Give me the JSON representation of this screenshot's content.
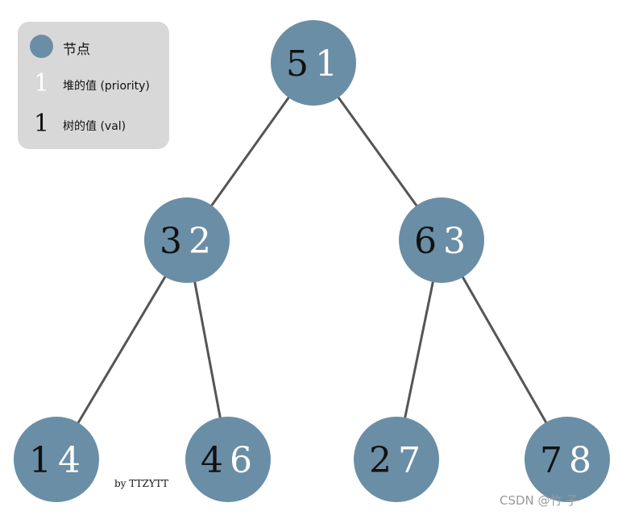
{
  "legend": {
    "node_label": "节点",
    "priority_sample": "1",
    "priority_label": "堆的值 (priority)",
    "val_sample": "1",
    "val_label": "树的值 (val)",
    "node_color": "#6a8ea6",
    "background": "#d8d8d8"
  },
  "tree": {
    "node_color": "#6a8ea6",
    "edge_color": "#555555",
    "nodes": [
      {
        "id": "root",
        "val": "5",
        "priority": "1"
      },
      {
        "id": "left",
        "val": "3",
        "priority": "2"
      },
      {
        "id": "right",
        "val": "6",
        "priority": "3"
      },
      {
        "id": "left-left",
        "val": "1",
        "priority": "4"
      },
      {
        "id": "left-right",
        "val": "4",
        "priority": "6"
      },
      {
        "id": "right-left",
        "val": "2",
        "priority": "7"
      },
      {
        "id": "right-right",
        "val": "7",
        "priority": "8"
      }
    ],
    "edges": [
      [
        "root",
        "left"
      ],
      [
        "root",
        "right"
      ],
      [
        "left",
        "left-left"
      ],
      [
        "left",
        "left-right"
      ],
      [
        "right",
        "right-left"
      ],
      [
        "right",
        "right-right"
      ]
    ]
  },
  "signature": "by TTZYTT",
  "watermark": "CSDN @竹    子"
}
